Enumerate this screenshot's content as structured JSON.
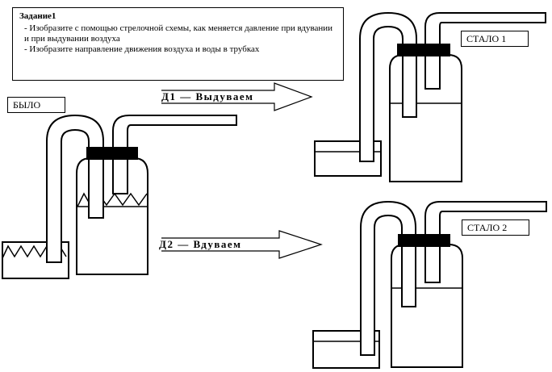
{
  "task": {
    "title": "Задание1",
    "lines": [
      "- Изобразите с помощью стрелочной схемы, как меняется давление при вдувании и  при выдувании воздуха",
      "- Изобразите направление движения воздуха и воды в трубках"
    ]
  },
  "labels": {
    "before": "БЫЛО",
    "after1": "СТАЛО 1",
    "after2": "СТАЛО 2"
  },
  "actions": {
    "d1": "Д1 — Выдуваем",
    "d2": "Д2 — Вдуваем"
  },
  "colors": {
    "stroke": "#000000",
    "stopper": "#000000",
    "background": "#ffffff"
  }
}
